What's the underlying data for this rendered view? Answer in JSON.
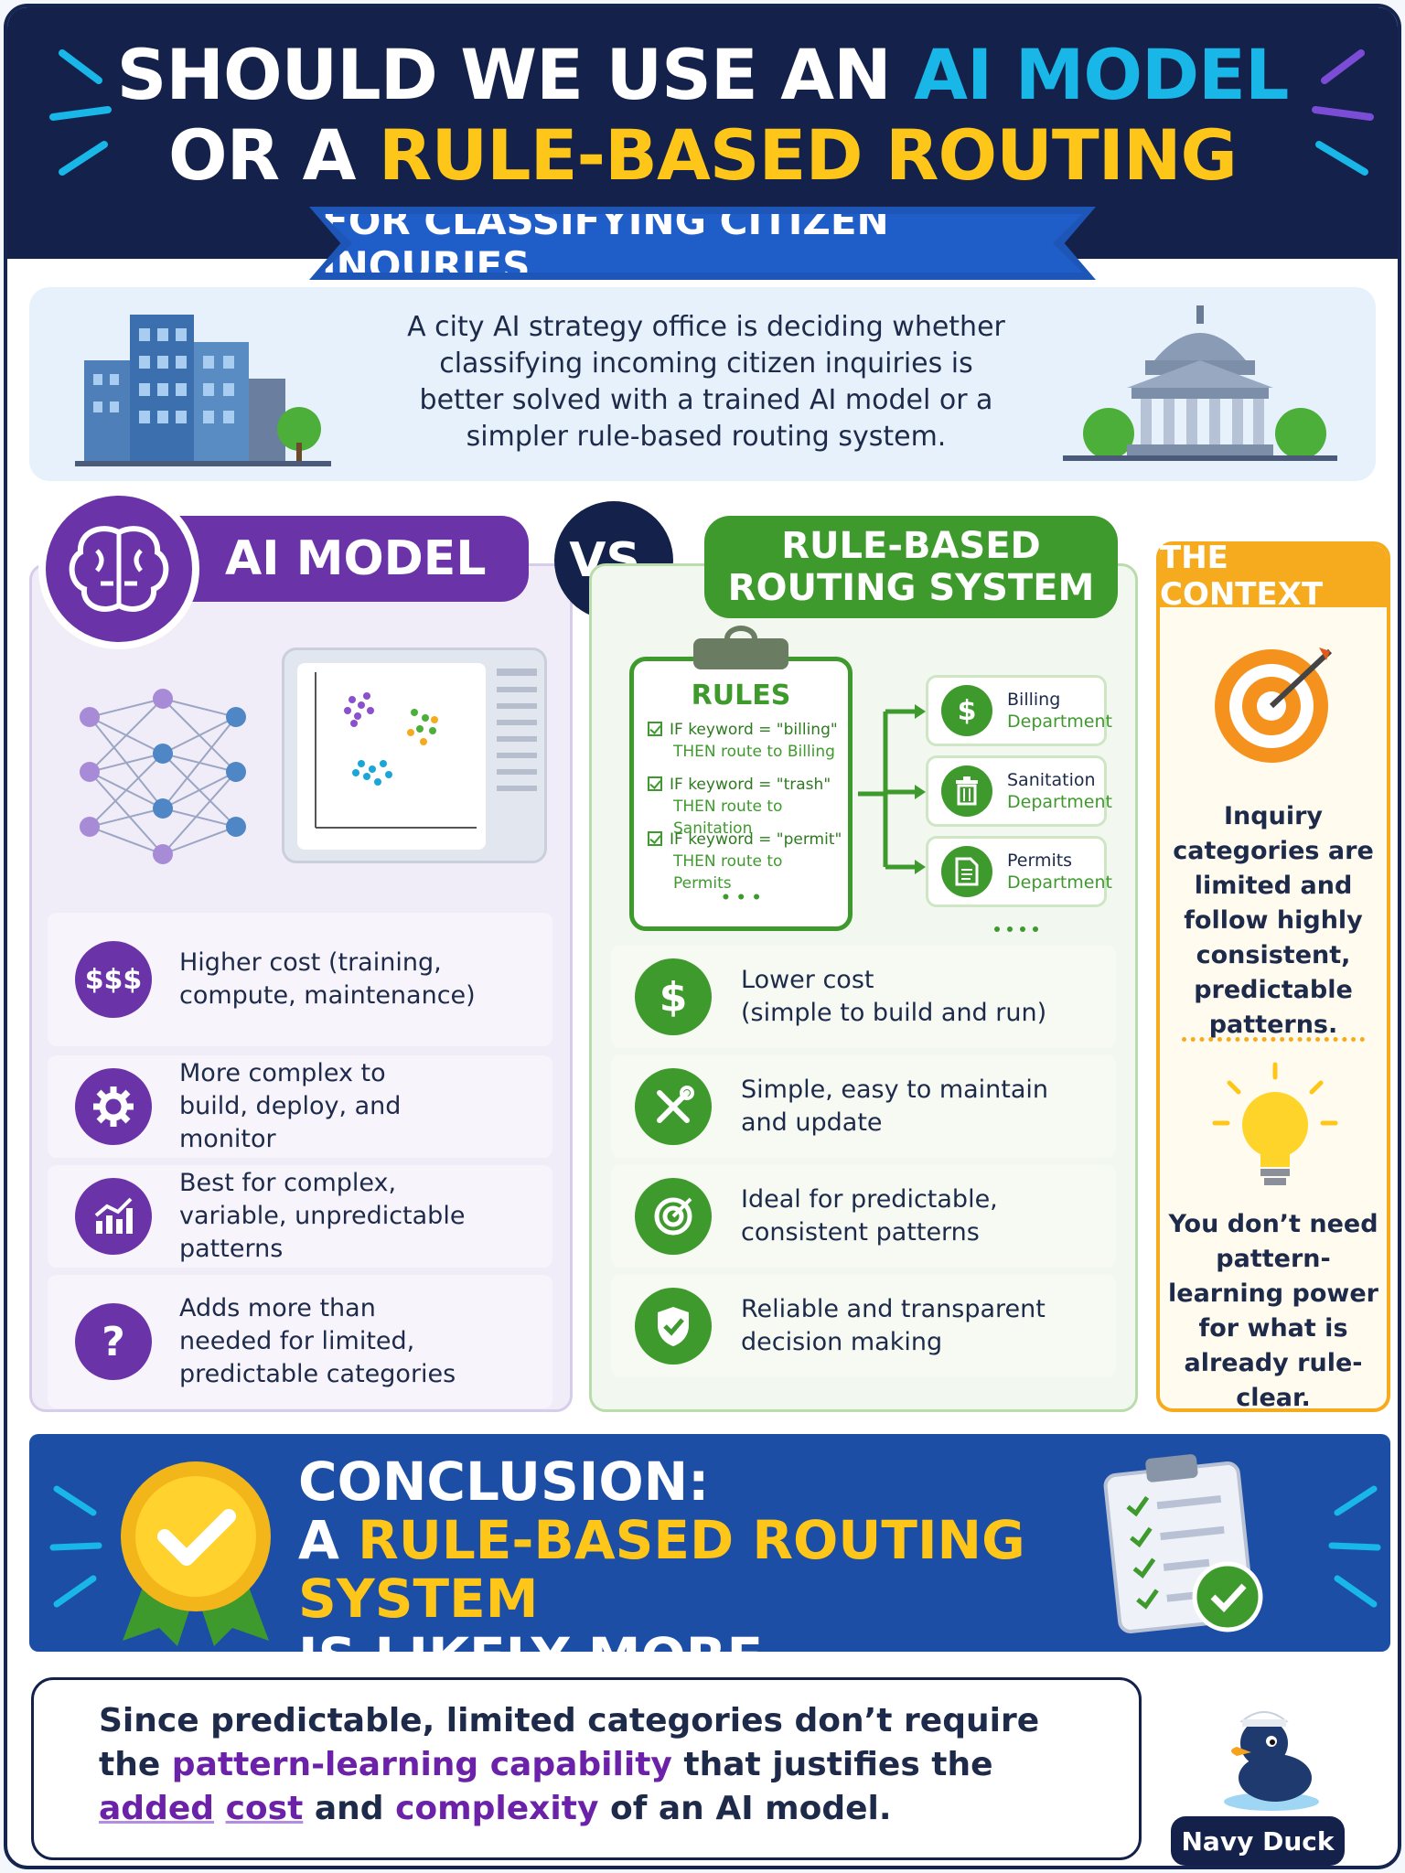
{
  "header": {
    "title_line1_prefix": "SHOULD WE USE AN ",
    "title_line1_highlight": "AI MODEL",
    "title_line2_prefix": "OR A ",
    "title_line2_highlight": "RULE-BASED ROUTING SYSTEM",
    "title_line2_suffix": ".",
    "subtitle": "FOR CLASSIFYING CITIZEN INQURIES"
  },
  "intro": {
    "text": "A city AI strategy office is deciding whether classifying incoming citizen inquiries is better solved with a trained AI model or a simpler rule-based routing system."
  },
  "ai_model": {
    "title": "AI MODEL",
    "features": [
      {
        "icon": "dollar-signs-icon",
        "icon_text": "$$$",
        "text": "Higher cost (training, compute, maintenance)"
      },
      {
        "icon": "gear-icon",
        "icon_text": "",
        "text": "More complex to build, deploy, and monitor"
      },
      {
        "icon": "growth-chart-icon",
        "icon_text": "",
        "text": "Best for complex, variable, unpredictable patterns"
      },
      {
        "icon": "question-icon",
        "icon_text": "?",
        "text": "Adds more than needed for limited, predictable categories"
      }
    ]
  },
  "vs_label": "VS.",
  "rule_system": {
    "title_line1": "RULE-BASED",
    "title_line2": "ROUTING SYSTEM",
    "rules_card": {
      "title": "RULES",
      "rules": [
        {
          "if": "IF keyword = \"billing\"",
          "then": "THEN route to Billing"
        },
        {
          "if": "IF keyword = \"trash\"",
          "then": "THEN route to Sanitation"
        },
        {
          "if": "IF keyword = \"permit\"",
          "then": "THEN route to Permits"
        }
      ],
      "ellipsis": "• • •"
    },
    "departments": [
      {
        "name": "Billing",
        "sub": "Department",
        "icon": "dollar-icon",
        "icon_text": "$"
      },
      {
        "name": "Sanitation",
        "sub": "Department",
        "icon": "trash-icon",
        "icon_text": ""
      },
      {
        "name": "Permits",
        "sub": "Department",
        "icon": "document-icon",
        "icon_text": ""
      }
    ],
    "features": [
      {
        "icon": "dollar-icon",
        "icon_text": "$",
        "text_line1": "Lower cost",
        "text_line2": "(simple to build and run)"
      },
      {
        "icon": "tools-icon",
        "icon_text": "",
        "text_line1": "Simple, easy to maintain",
        "text_line2": "and update"
      },
      {
        "icon": "target-icon",
        "icon_text": "",
        "text_line1": "Ideal for predictable,",
        "text_line2": "consistent patterns"
      },
      {
        "icon": "shield-check-icon",
        "icon_text": "",
        "text_line1": "Reliable and transparent",
        "text_line2": "decision making"
      }
    ]
  },
  "context": {
    "title": "THE CONTEXT",
    "text1": "Inquiry categories are limited and follow highly consistent, predictable patterns.",
    "text2": "You don’t need pattern-learning power for what is already rule-clear."
  },
  "conclusion": {
    "line1": "CONCLUSION:",
    "line2_prefix": "A ",
    "line2_highlight": "RULE-BASED ROUTING SYSTEM",
    "line3": "IS LIKELY MORE APPROPRIATE."
  },
  "bottom": {
    "part1": "Since predictable, limited categories don’t require the ",
    "highlight1": "pattern-learning capability",
    "part2": " that justifies the ",
    "highlight2": "added",
    "space": " ",
    "highlight3": "cost",
    "part3": " and ",
    "highlight4": "complexity",
    "part4": " of an AI model."
  },
  "brand": {
    "name": "Navy Duck"
  },
  "colors": {
    "navy": "#14224b",
    "purple": "#6b33a8",
    "green": "#3f9a2e",
    "orange": "#f5ab1d",
    "cyan": "#19b6e8",
    "yellow": "#ffc61a",
    "blue": "#1d4ea6"
  }
}
